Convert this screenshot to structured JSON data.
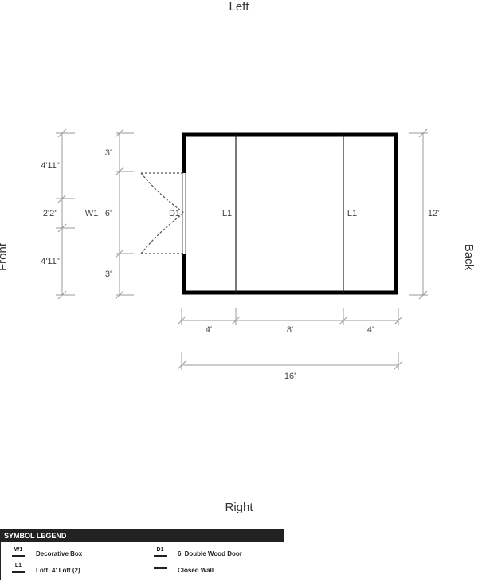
{
  "sides": {
    "left": "Left",
    "right": "Right",
    "front": "Front",
    "back": "Back"
  },
  "dimensions": {
    "front_segments": [
      "4'11\"",
      "2'2\"",
      "4'11\""
    ],
    "door_segments": [
      "3'",
      "6'",
      "3'"
    ],
    "back_width": "12'",
    "bottom_segments": [
      "4'",
      "8'",
      "4'"
    ],
    "total_length": "16'"
  },
  "tags": {
    "window": "W1",
    "door": "D1",
    "loft_a": "L1",
    "loft_b": "L1"
  },
  "legend": {
    "title": "SYMBOL LEGEND",
    "items": [
      {
        "code": "W1",
        "label": "Decorative Box"
      },
      {
        "code": "L1",
        "label": "Loft: 4' Loft (2)"
      },
      {
        "code": "D1",
        "label": "6' Double Wood Door"
      },
      {
        "code": "",
        "label": "Closed Wall"
      }
    ]
  }
}
